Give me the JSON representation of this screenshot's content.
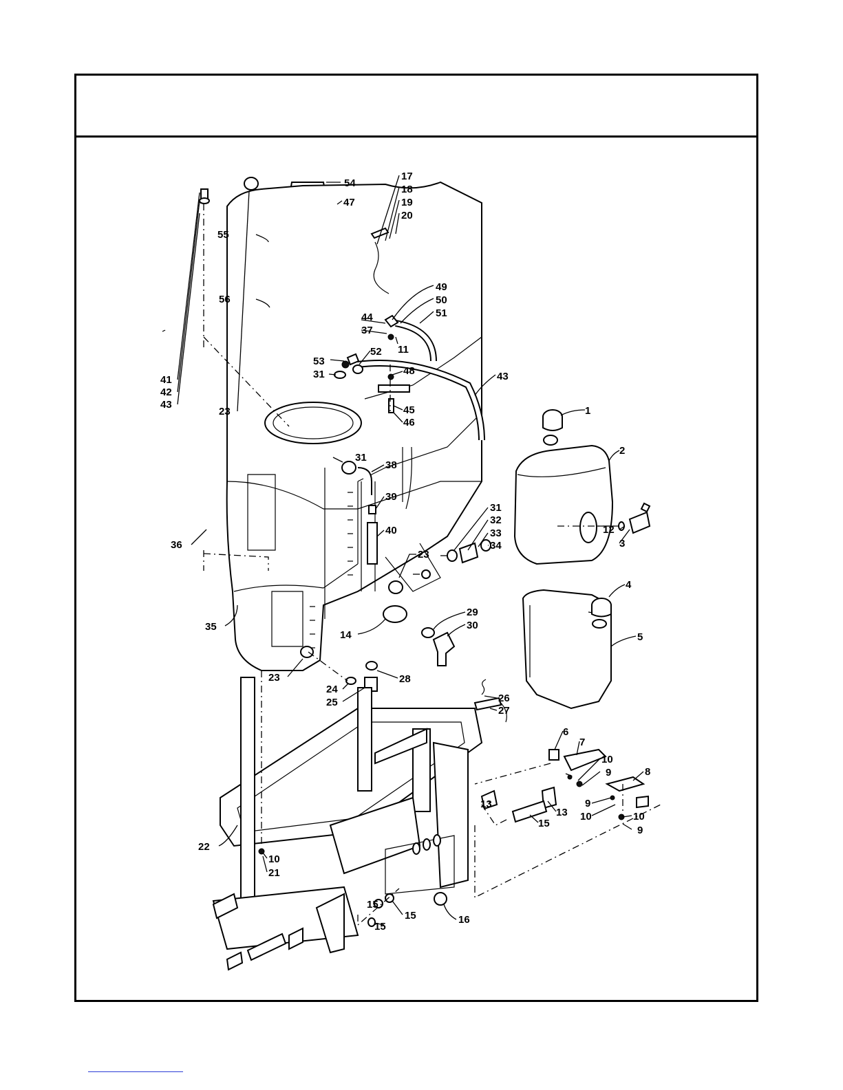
{
  "labels": [
    {
      "id": "54",
      "text": "54"
    },
    {
      "id": "47",
      "text": "47"
    },
    {
      "id": "55",
      "text": "55"
    },
    {
      "id": "56",
      "text": "56"
    },
    {
      "id": "17",
      "text": "17"
    },
    {
      "id": "18",
      "text": "18"
    },
    {
      "id": "19",
      "text": "19"
    },
    {
      "id": "20",
      "text": "20"
    },
    {
      "id": "49",
      "text": "49"
    },
    {
      "id": "50",
      "text": "50"
    },
    {
      "id": "51",
      "text": "51"
    },
    {
      "id": "44",
      "text": "44"
    },
    {
      "id": "37",
      "text": "37"
    },
    {
      "id": "11",
      "text": "11"
    },
    {
      "id": "53",
      "text": "53"
    },
    {
      "id": "52",
      "text": "52"
    },
    {
      "id": "31a",
      "text": "31"
    },
    {
      "id": "48",
      "text": "48"
    },
    {
      "id": "43a",
      "text": "43"
    },
    {
      "id": "41",
      "text": "41"
    },
    {
      "id": "42",
      "text": "42"
    },
    {
      "id": "43b",
      "text": "43"
    },
    {
      "id": "23a",
      "text": "23"
    },
    {
      "id": "45",
      "text": "45"
    },
    {
      "id": "46",
      "text": "46"
    },
    {
      "id": "1",
      "text": "1"
    },
    {
      "id": "2",
      "text": "2"
    },
    {
      "id": "31b",
      "text": "31"
    },
    {
      "id": "38",
      "text": "38"
    },
    {
      "id": "39",
      "text": "39"
    },
    {
      "id": "40",
      "text": "40"
    },
    {
      "id": "12",
      "text": "12"
    },
    {
      "id": "3",
      "text": "3"
    },
    {
      "id": "31c",
      "text": "31"
    },
    {
      "id": "32",
      "text": "32"
    },
    {
      "id": "33",
      "text": "33"
    },
    {
      "id": "34",
      "text": "34"
    },
    {
      "id": "36",
      "text": "36"
    },
    {
      "id": "23b",
      "text": "23"
    },
    {
      "id": "4",
      "text": "4"
    },
    {
      "id": "35",
      "text": "35"
    },
    {
      "id": "14",
      "text": "14"
    },
    {
      "id": "29",
      "text": "29"
    },
    {
      "id": "30",
      "text": "30"
    },
    {
      "id": "5",
      "text": "5"
    },
    {
      "id": "23c",
      "text": "23"
    },
    {
      "id": "28",
      "text": "28"
    },
    {
      "id": "24",
      "text": "24"
    },
    {
      "id": "25",
      "text": "25"
    },
    {
      "id": "26",
      "text": "26"
    },
    {
      "id": "27",
      "text": "27"
    },
    {
      "id": "6",
      "text": "6"
    },
    {
      "id": "7",
      "text": "7"
    },
    {
      "id": "10a",
      "text": "10"
    },
    {
      "id": "9a",
      "text": "9"
    },
    {
      "id": "8",
      "text": "8"
    },
    {
      "id": "9b",
      "text": "9"
    },
    {
      "id": "10b",
      "text": "10"
    },
    {
      "id": "13a",
      "text": "13"
    },
    {
      "id": "13b",
      "text": "13"
    },
    {
      "id": "15a",
      "text": "15"
    },
    {
      "id": "10c",
      "text": "10"
    },
    {
      "id": "9c",
      "text": "9"
    },
    {
      "id": "22",
      "text": "22"
    },
    {
      "id": "10d",
      "text": "10"
    },
    {
      "id": "21",
      "text": "21"
    },
    {
      "id": "15b",
      "text": "15"
    },
    {
      "id": "15c",
      "text": "15"
    },
    {
      "id": "15d",
      "text": "15"
    },
    {
      "id": "16",
      "text": "16"
    }
  ]
}
